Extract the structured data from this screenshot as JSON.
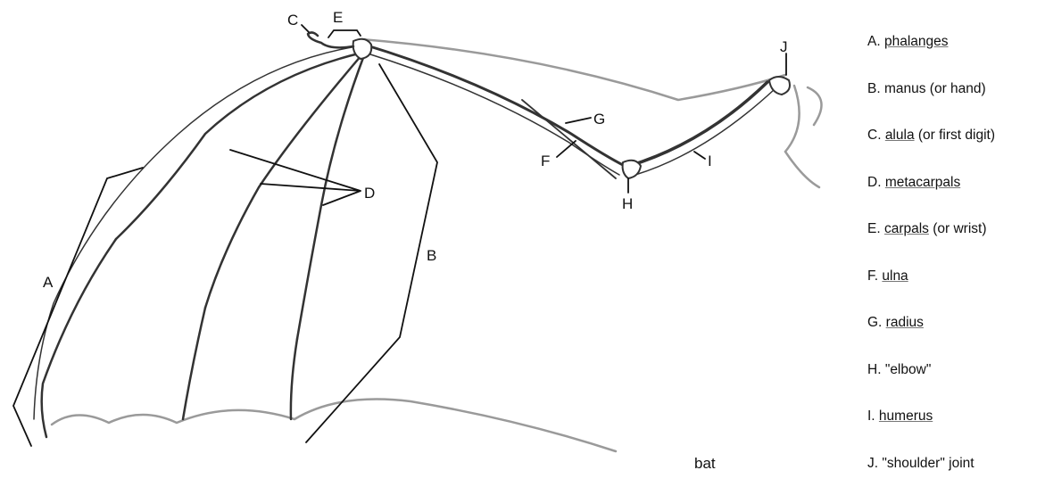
{
  "diagram": {
    "labels": {
      "A": "A",
      "B": "B",
      "C": "C",
      "D": "D",
      "E": "E",
      "F": "F",
      "G": "G",
      "H": "H",
      "I": "I",
      "J": "J"
    },
    "caption": "bat"
  },
  "legend": [
    {
      "prefix": "A. ",
      "term": "phalanges",
      "suffix": ""
    },
    {
      "prefix": "B. ",
      "term": "",
      "suffix": "manus (or hand)"
    },
    {
      "prefix": "C. ",
      "term": "alula",
      "suffix": " (or first digit)"
    },
    {
      "prefix": "D. ",
      "term": "metacarpals",
      "suffix": ""
    },
    {
      "prefix": "E. ",
      "term": "carpals",
      "suffix": " (or wrist)"
    },
    {
      "prefix": "F. ",
      "term": "ulna",
      "suffix": ""
    },
    {
      "prefix": "G. ",
      "term": "radius",
      "suffix": ""
    },
    {
      "prefix": "H. ",
      "term": "",
      "suffix": "\"elbow\""
    },
    {
      "prefix": "I. ",
      "term": "humerus",
      "suffix": ""
    },
    {
      "prefix": "J. ",
      "term": "",
      "suffix": "\"shoulder\" joint"
    }
  ]
}
